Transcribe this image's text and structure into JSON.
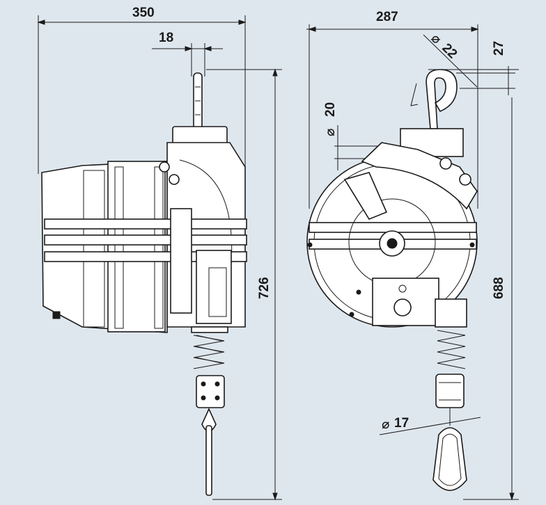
{
  "colors": {
    "background": "#dfe7ee",
    "line": "#1a1a1a",
    "part_fill": "#ffffff"
  },
  "dimensions": {
    "side_width": "350",
    "suspension_width": "18",
    "total_height": "726",
    "front_width": "287",
    "hook_diameter": "22",
    "hook_offset": "27",
    "shaft_diameter": "20",
    "front_height": "688",
    "carabiner_diameter": "17"
  }
}
